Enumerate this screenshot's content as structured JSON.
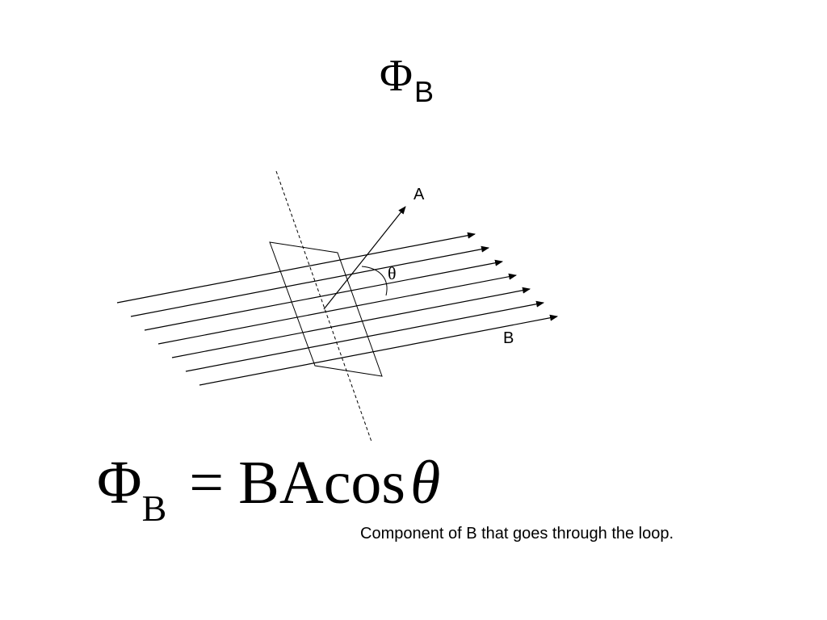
{
  "title": {
    "symbol": "Φ",
    "subscript": "B"
  },
  "diagram": {
    "labels": {
      "area_vector": "A",
      "field": "B",
      "angle": "θ"
    },
    "field_line_count": 7
  },
  "equation": {
    "symbol": "Φ",
    "subscript": "B",
    "operator": "=",
    "rhs": "BAcos",
    "angle": "θ"
  },
  "caption": "Component of B that goes through the loop."
}
